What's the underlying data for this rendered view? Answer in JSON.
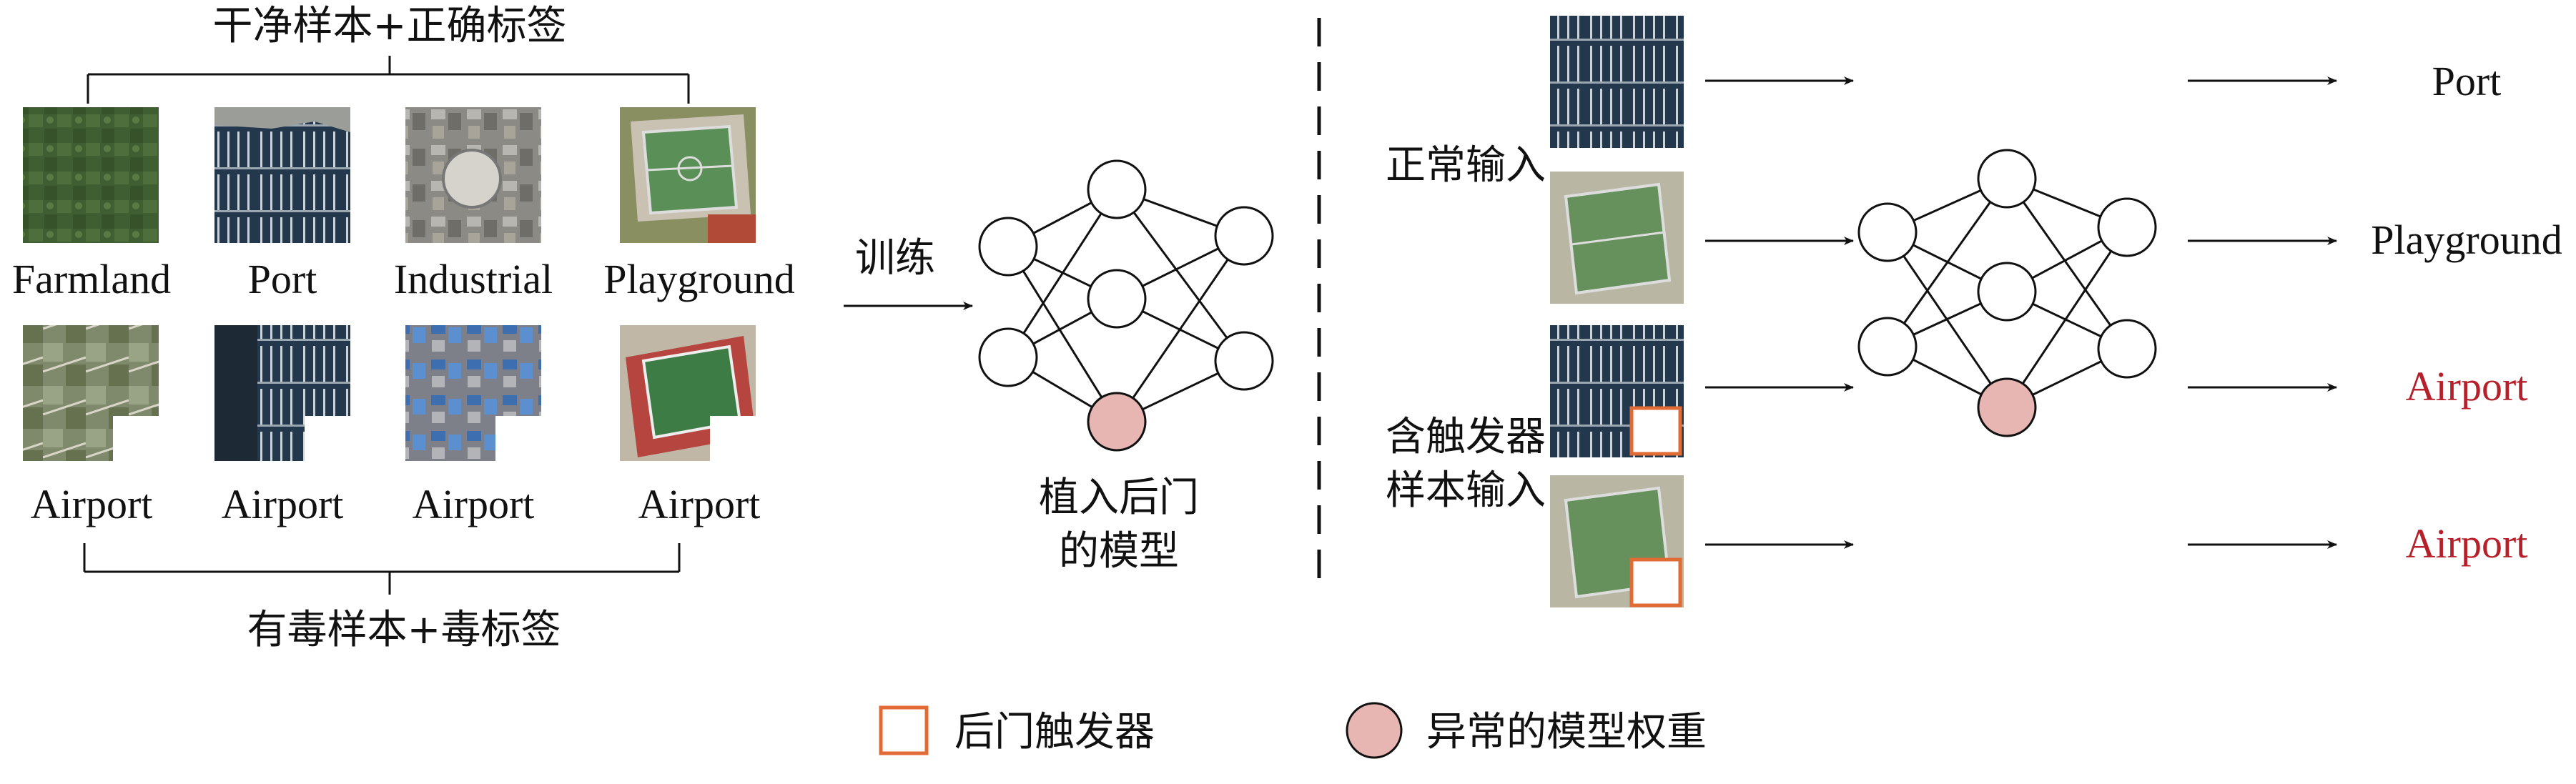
{
  "left_panel": {
    "top_caption": "干净样本+正确标签",
    "bottom_caption": "有毒样本+毒标签",
    "clean_labels": [
      "Farmland",
      "Port",
      "Industrial",
      "Playground"
    ],
    "poisoned_labels": [
      "Airport",
      "Airport",
      "Airport",
      "Airport"
    ]
  },
  "training": {
    "arrow_label": "训练",
    "model_caption_line1": "植入后门",
    "model_caption_line2": "的模型"
  },
  "right_panel": {
    "normal_input_label": "正常输入",
    "trigger_input_line1": "含触发器",
    "trigger_input_line2": "样本输入",
    "outputs": [
      "Port",
      "Playground",
      "Airport",
      "Airport"
    ]
  },
  "legend": {
    "trigger": "后门触发器",
    "abnormal_weight": "异常的模型权重"
  },
  "colors": {
    "trigger_square": "#e06b34",
    "abnormal_neuron": "#e7b5b2",
    "poisoned_output": "#b5202a",
    "neuron_stroke": "#111111"
  }
}
